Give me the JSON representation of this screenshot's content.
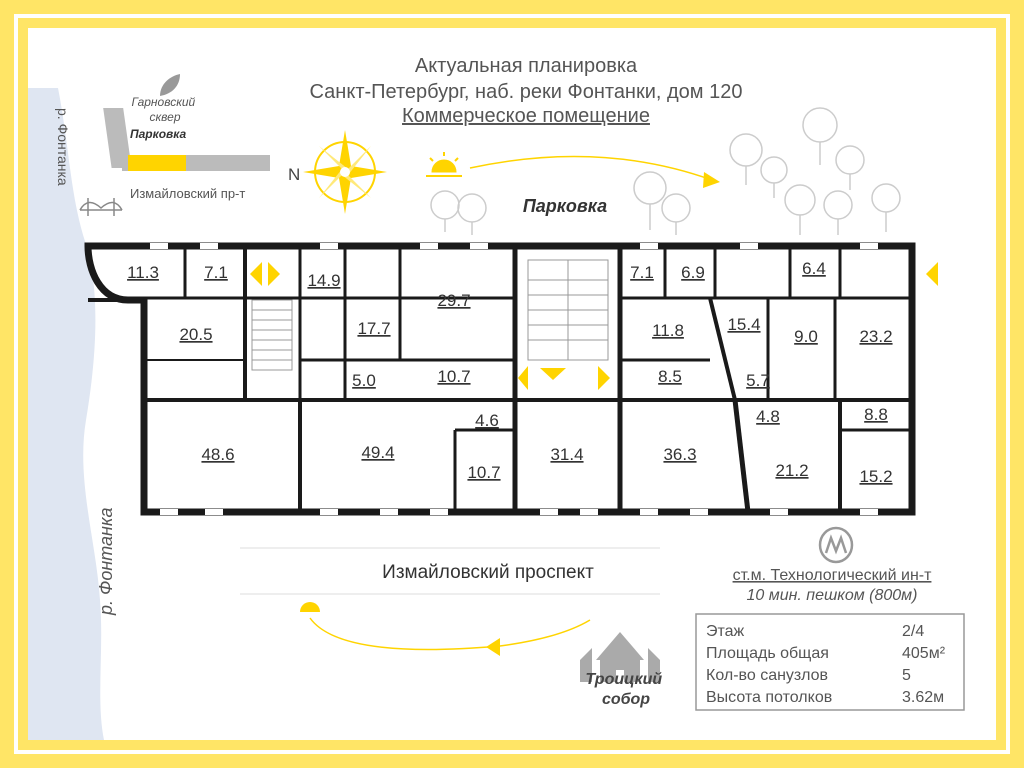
{
  "header": {
    "line1": "Актуальная планировка",
    "line2": "Санкт-Петербург, наб. реки Фонтанки, дом 120",
    "line3": "Коммерческое помещение"
  },
  "minimap": {
    "garden": "Гарновский сквер",
    "parking": "Парковка",
    "avenue": "Измайловский пр-т",
    "river": "р. Фонтанка",
    "north": "N"
  },
  "labels": {
    "parking_top": "Парковка",
    "avenue_bottom": "Измайловский проспект",
    "river_left": "р. Фонтанка",
    "metro_line1": "ст.м. Технологический ин-т",
    "metro_line2": "10 мин. пешком (800м)",
    "cathedral_line1": "Троицкий",
    "cathedral_line2": "собор"
  },
  "rooms": [
    "11.3",
    "7.1",
    "14.9",
    "29.7",
    "7.1",
    "6.9",
    "6.4",
    "20.5",
    "17.7",
    "11.8",
    "15.4",
    "9.0",
    "23.2",
    "5.0",
    "10.7",
    "8.5",
    "5.7",
    "4.6",
    "4.8",
    "8.8",
    "48.6",
    "49.4",
    "10.7",
    "31.4",
    "36.3",
    "21.2",
    "15.2"
  ],
  "info": {
    "rows": [
      {
        "label": "Этаж",
        "value": "2/4"
      },
      {
        "label": "Площадь общая",
        "value": "405м²"
      },
      {
        "label": "Кол-во санузлов",
        "value": "5"
      },
      {
        "label": "Высота потолков",
        "value": "3.62м"
      }
    ]
  },
  "colors": {
    "accent": "#ffd400",
    "frame": "#ffe566",
    "wall": "#1a1a1a",
    "river": "#dfe6f2"
  }
}
